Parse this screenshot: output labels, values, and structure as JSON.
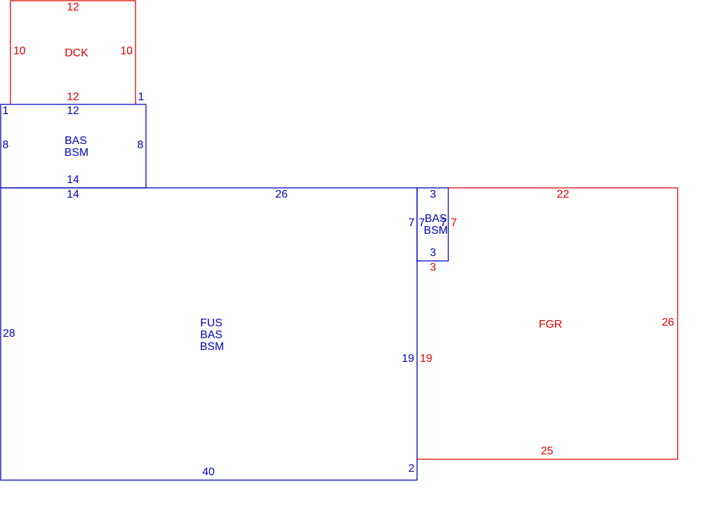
{
  "colors": {
    "primary": "#0000c0",
    "secondary": "#e00000"
  },
  "areas": {
    "dck": "DCK",
    "bas_upper": [
      "BAS",
      "BSM"
    ],
    "main": [
      "FUS",
      "BAS",
      "BSM"
    ],
    "bas_small": [
      "BAS",
      "BSM"
    ],
    "fgr": "FGR"
  },
  "dims": {
    "dck_top": "12",
    "dck_left": "10",
    "dck_right": "10",
    "dck_bottom": "12",
    "corner_right_1": "1",
    "corner_left_1": "1",
    "bas_upper_top": "12",
    "bas_upper_left": "8",
    "bas_upper_right": "8",
    "bas_upper_bottom": "14",
    "main_top_left": "14",
    "main_top": "26",
    "main_left": "28",
    "main_right": "19",
    "main_bottom": "40",
    "main_corner": "2",
    "small_top": "3",
    "small_left": "7",
    "small_inner_left": "7",
    "small_inner_right": "7",
    "small_bottom": "3",
    "fgr_top": "22",
    "fgr_left": "7",
    "fgr_small_bottom": "3",
    "fgr_right": "26",
    "fgr_inner_left": "19",
    "fgr_bottom": "25"
  }
}
